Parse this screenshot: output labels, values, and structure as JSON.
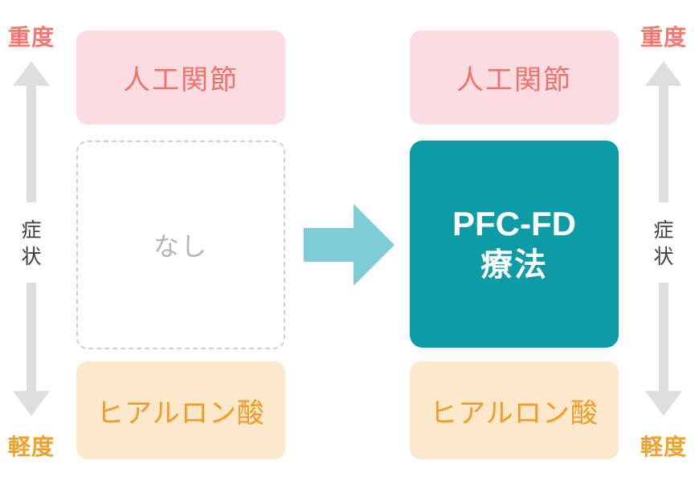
{
  "axis": {
    "top_label": "重度",
    "bottom_label": "軽度",
    "mid_label_line1": "症",
    "mid_label_line2": "状",
    "top_color": "#F9756F",
    "bottom_color": "#F5A028",
    "mid_color": "#3E3E3E",
    "arrow_color": "#DEDEDE",
    "up_icon": "arrow-up-icon",
    "down_icon": "arrow-down-icon"
  },
  "before": {
    "severe_card": "人工関節",
    "middle_card": "なし",
    "mild_card": "ヒアルロン酸"
  },
  "after": {
    "severe_card": "人工関節",
    "middle_card_line1": "PFC-FD",
    "middle_card_line2": "療法",
    "mild_card": "ヒアルロン酸"
  },
  "transition": {
    "icon": "arrow-right-icon",
    "color": "#7DCCD6"
  },
  "colors": {
    "pink_bg": "#FBDDE1",
    "pink_text": "#F4716B",
    "orange_bg": "#FDE8CB",
    "orange_text": "#F39B23",
    "teal_bg": "#0D9CA6",
    "teal_text": "#FFFFFF",
    "dashed_border": "#CFCFCF",
    "dashed_text": "#B5B5B5"
  }
}
